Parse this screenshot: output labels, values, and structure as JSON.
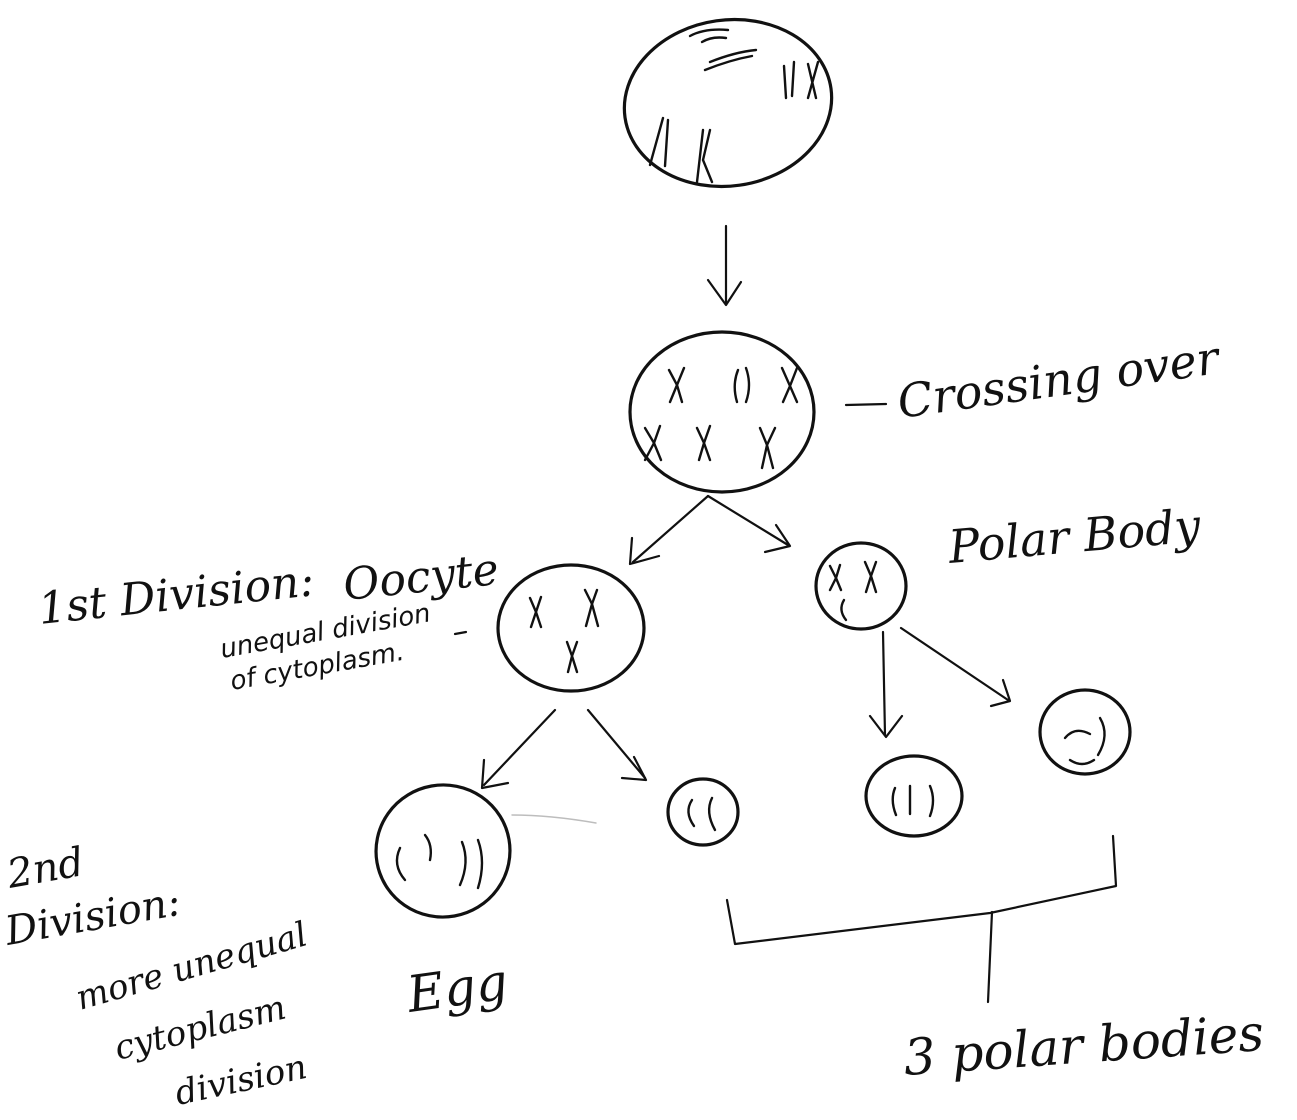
{
  "labels": {
    "crossing_over": "Crossing over",
    "polar_body": "Polar Body",
    "first_division": "1st Division:",
    "oocyte": "Oocyte",
    "unequal_line1": "unequal division",
    "unequal_line2": "of cytoplasm.",
    "second_division_line1": "2nd",
    "second_division_line2": "Division:",
    "more_unequal_line1": "more unequal",
    "more_unequal_line2": "cytoplasm",
    "more_unequal_line3": "division",
    "egg": "Egg",
    "three_polar_bodies": "3 polar bodies"
  }
}
